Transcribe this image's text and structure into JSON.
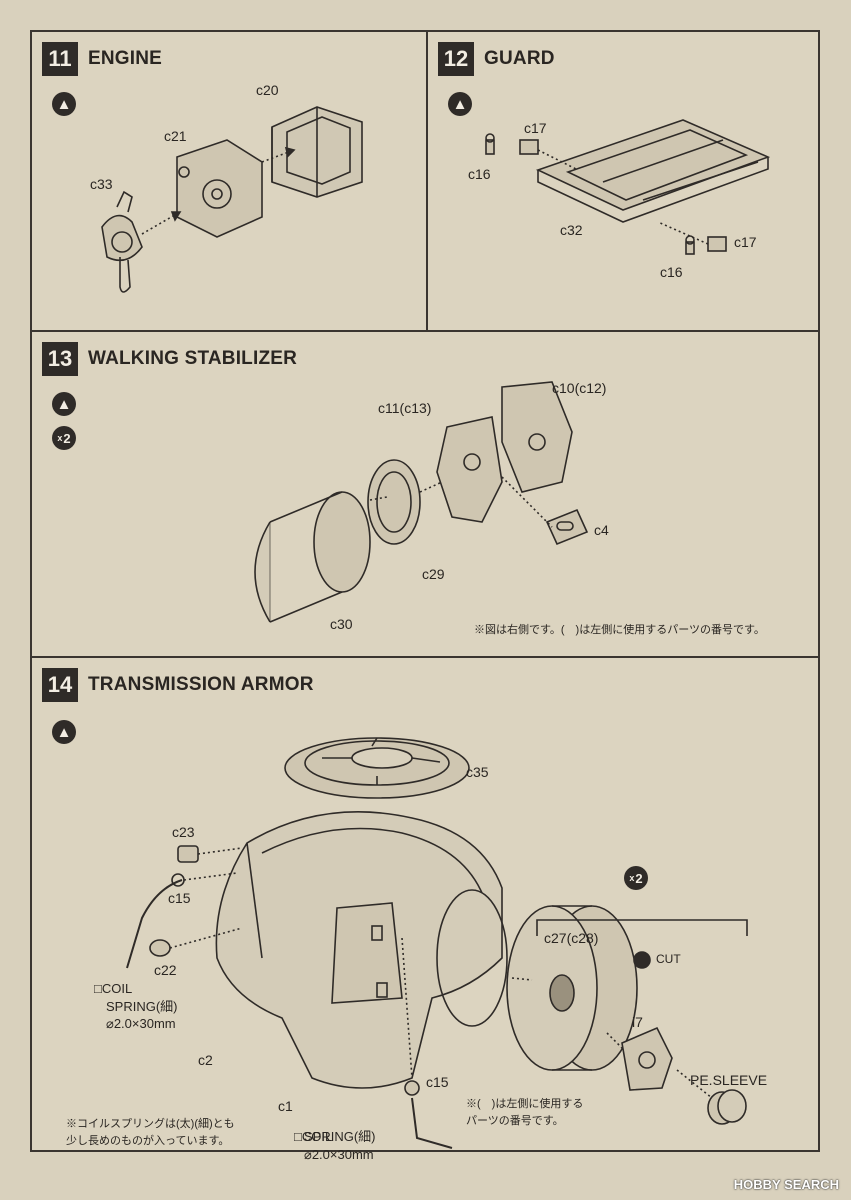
{
  "steps": [
    {
      "number": "11",
      "title": "ENGINE",
      "parts": {
        "c20": "c20",
        "c21": "c21",
        "c33": "c33"
      }
    },
    {
      "number": "12",
      "title": "GUARD",
      "parts": {
        "c17a": "c17",
        "c16a": "c16",
        "c32": "c32",
        "c17b": "c17",
        "c16b": "c16"
      }
    },
    {
      "number": "13",
      "title": "WALKING STABILIZER",
      "multiplier": "2",
      "parts": {
        "c10": "c10(c12)",
        "c11": "c11(c13)",
        "c4": "c4",
        "c29": "c29",
        "c30": "c30"
      },
      "note": "※図は右側です。(　)は左側に使用するパーツの番号です。"
    },
    {
      "number": "14",
      "title": "TRANSMISSION ARMOR",
      "multiplier": "2",
      "parts": {
        "c35": "c35",
        "c23": "c23",
        "c15a": "c15",
        "c22": "c22",
        "c2": "c2",
        "c1": "c1",
        "c15b": "c15",
        "c27": "c27(c28)",
        "i7": "i7",
        "pe_sleeve": "PE.SLEEVE",
        "cut": "CUT"
      },
      "coil_spring_1": {
        "label": "□COIL",
        "label2": "SPRING(細)",
        "size": "⌀2.0×30mm"
      },
      "coil_spring_2": {
        "label": "□COIL",
        "label2": "SPRING(細)",
        "size": "⌀2.0×30mm"
      },
      "note_parts": "※(　)は左側に使用する\nパーツの番号です。",
      "note_spring": "※コイルスプリングは(太)(細)とも\n少し長めのものが入っています。"
    }
  ],
  "watermark": "HOBBY SEARCH",
  "colors": {
    "paper": "#d9d1bd",
    "ink": "#2f2b28",
    "badge": "#2f2b28"
  }
}
